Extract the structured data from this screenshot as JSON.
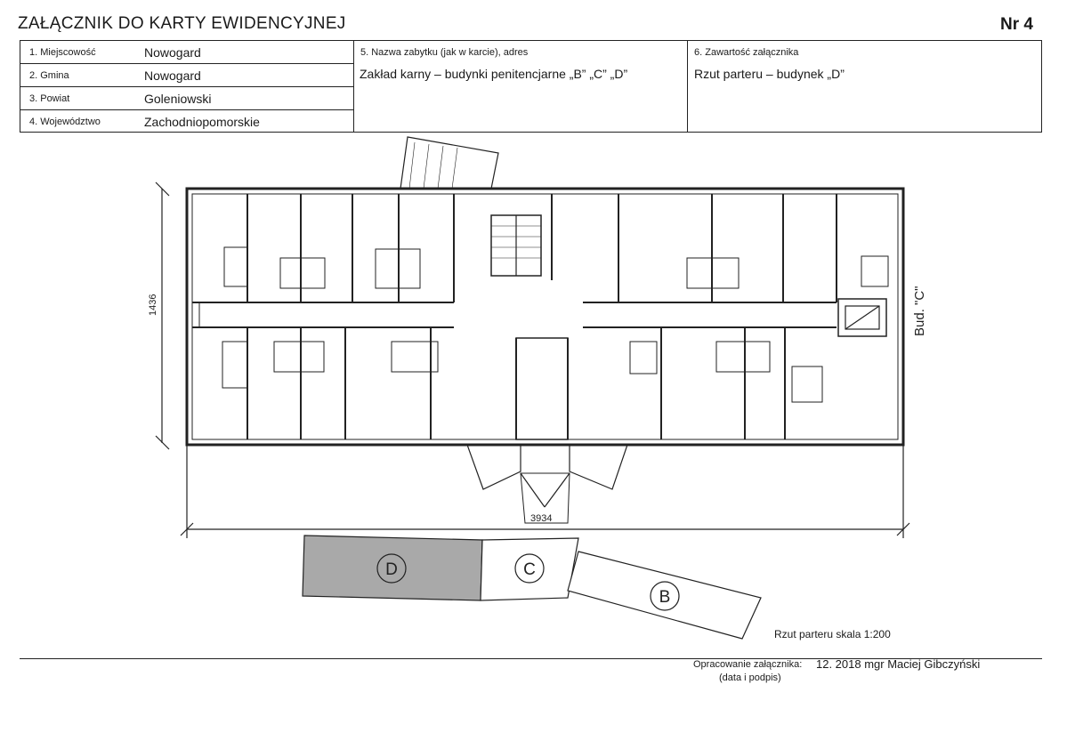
{
  "header": {
    "title": "ZAŁĄCZNIK DO KARTY EWIDENCYJNEJ",
    "number": "Nr 4"
  },
  "fields": [
    {
      "label": "1. Miejscowość",
      "value": "Nowogard"
    },
    {
      "label": "2. Gmina",
      "value": "Nowogard"
    },
    {
      "label": "3. Powiat",
      "value": "Goleniowski"
    },
    {
      "label": "4. Województwo",
      "value": "Zachodniopomorskie"
    }
  ],
  "monument": {
    "label": "5. Nazwa zabytku (jak w karcie), adres",
    "value": "Zakład karny – budynki penitencjarne „B” „C” „D”"
  },
  "attachment": {
    "label": "6. Zawartość załącznika",
    "value": "Rzut parteru – budynek „D”"
  },
  "drawing": {
    "dim_height": "1436",
    "dim_width": "3934",
    "adjacent_building": "Bud. \"C\"",
    "key_plan": [
      "D",
      "C",
      "B"
    ],
    "caption": "Rzut parteru  skala 1:200",
    "colors": {
      "line": "#222222",
      "highlight": "#a9a9a9"
    }
  },
  "footer": {
    "prepared_label": "Opracowanie załącznika:",
    "prepared_value": "12. 2018 mgr Maciej Gibczyński",
    "sub_label": "(data i podpis)"
  }
}
